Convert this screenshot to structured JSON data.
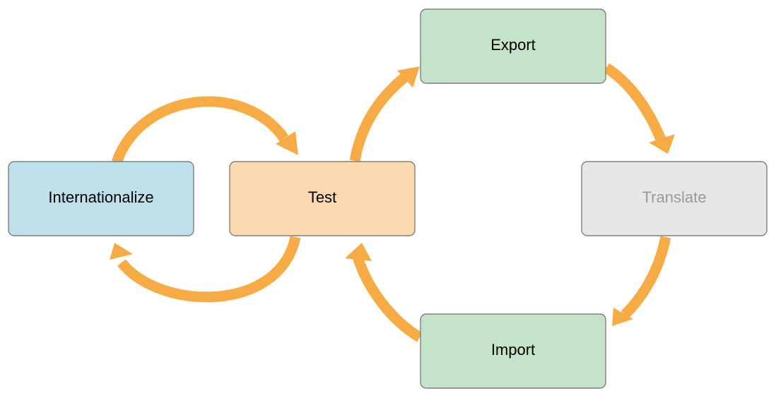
{
  "colors": {
    "arrow": "#f7ab45",
    "internationalize_fill": "#bde0ea",
    "test_fill": "#fdd9b2",
    "export_fill": "#c5e3c8",
    "import_fill": "#c5e3c8",
    "translate_fill": "#e6e7e6",
    "label_dark": "#000000",
    "label_muted": "#9a9a9a",
    "border": "#7f7f7f"
  },
  "nodes": {
    "internationalize": {
      "label": "Internationalize"
    },
    "test": {
      "label": "Test"
    },
    "export": {
      "label": "Export"
    },
    "translate": {
      "label": "Translate"
    },
    "import": {
      "label": "Import"
    }
  },
  "edges": [
    {
      "from": "internationalize",
      "to": "test"
    },
    {
      "from": "test",
      "to": "internationalize"
    },
    {
      "from": "test",
      "to": "export"
    },
    {
      "from": "export",
      "to": "translate"
    },
    {
      "from": "translate",
      "to": "import"
    },
    {
      "from": "import",
      "to": "test"
    }
  ]
}
